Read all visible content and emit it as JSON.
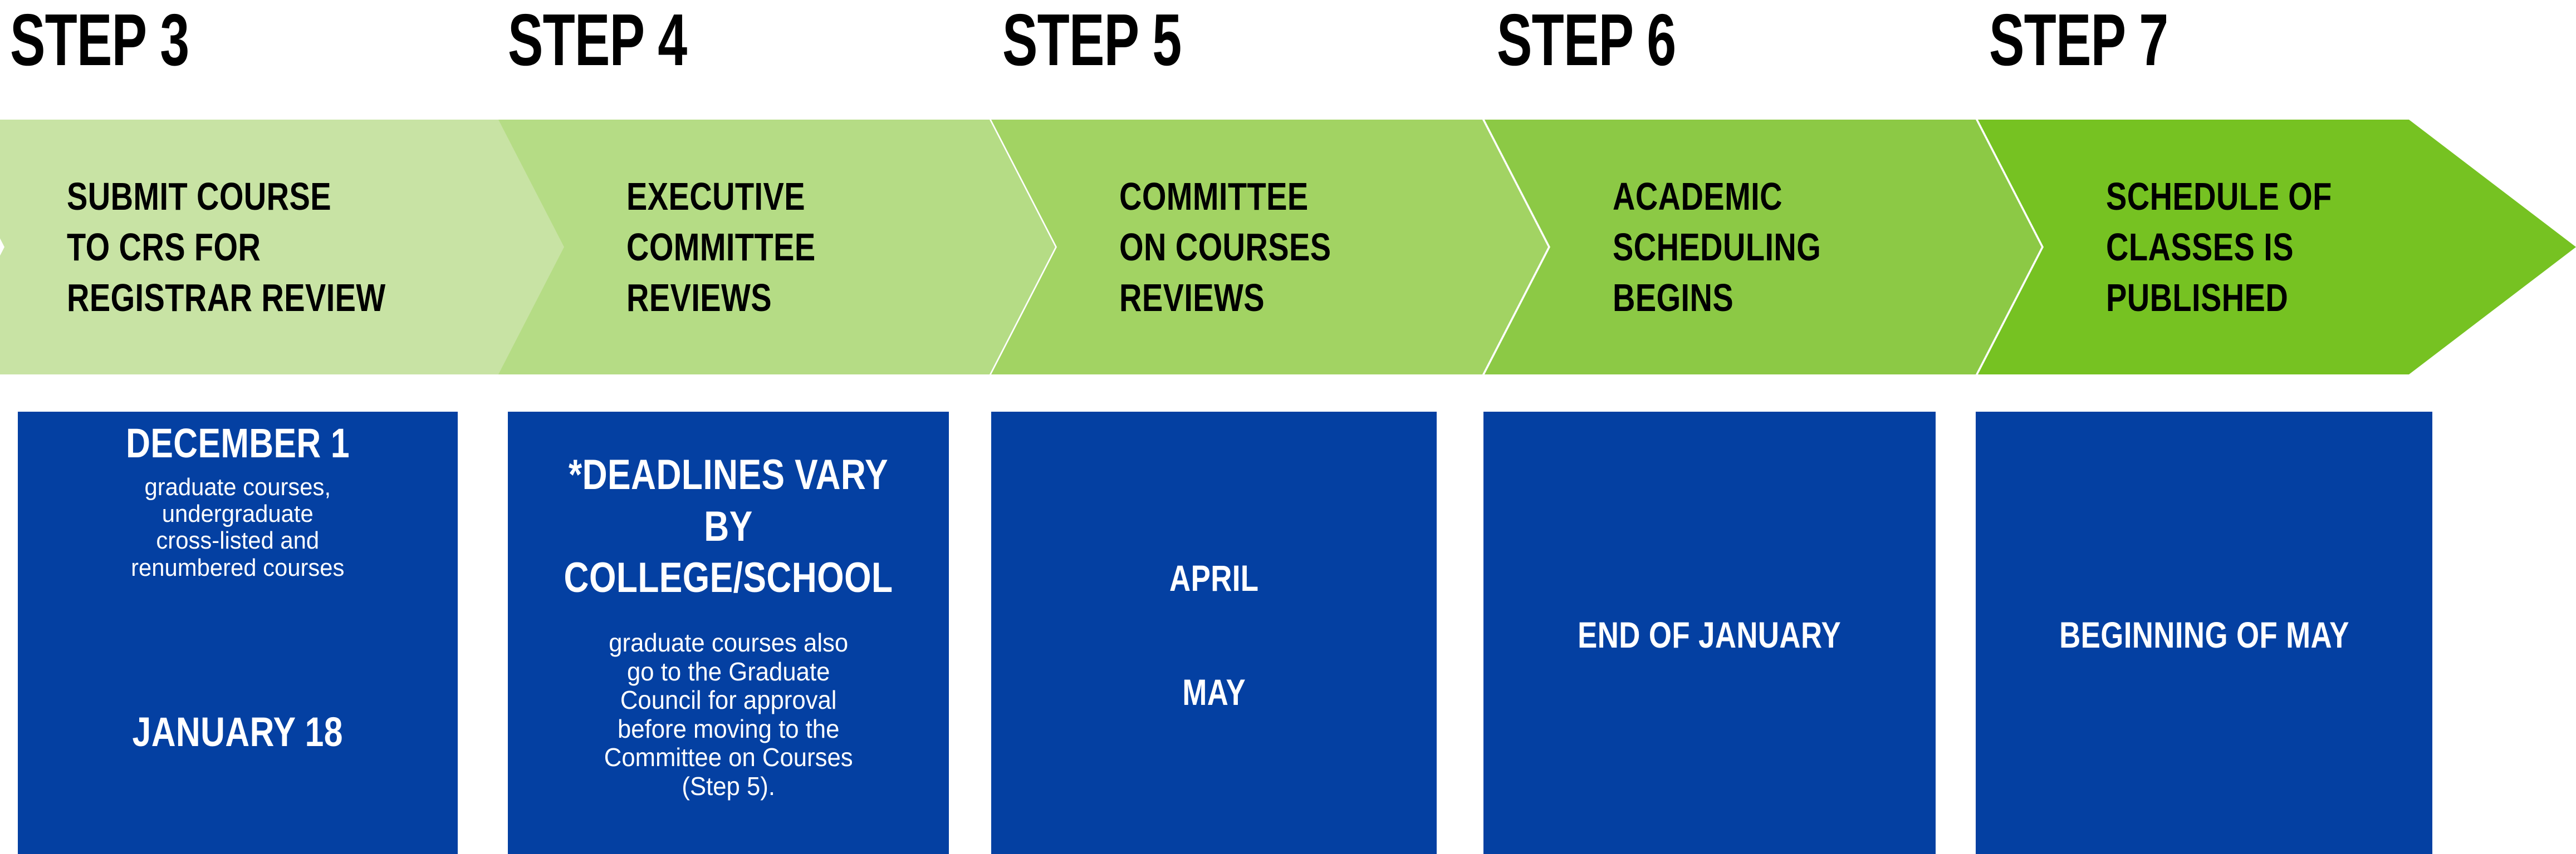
{
  "meta": {
    "title": "Course Approval Process Timeline — Steps 3 through 7",
    "background_color": "#FFFFFF",
    "blue_color": "#0440A2",
    "text_on_blue": "#FFFFFF",
    "chevron_text_color": "#000000"
  },
  "steps": [
    {
      "label": "STEP 3",
      "chevron": {
        "text": "SUBMIT COURSE\nTO CRS FOR\nREGISTRAR REVIEW",
        "color": "#C8E3A4"
      },
      "card": {
        "heading": "DECEMBER 1",
        "subtext": "graduate courses,\nundergraduate\ncross-listed and\nrenumbered courses",
        "footer": "JANUARY 18"
      }
    },
    {
      "label": "STEP 4",
      "chevron": {
        "text": "EXECUTIVE\nCOMMITTEE\nREVIEWS",
        "color": "#B5DC85"
      },
      "card": {
        "heading": "*DEADLINES VARY BY\nCOLLEGE/SCHOOL",
        "subtext": "graduate courses also\ngo to the Graduate\nCouncil for approval\nbefore moving to the\nCommittee on Courses\n(Step 5).",
        "footer": ""
      }
    },
    {
      "label": "STEP 5",
      "chevron": {
        "text": "COMMITTEE\nON COURSES\nREVIEWS",
        "color": "#A2D363"
      },
      "card": {
        "heading": "",
        "subtext": "",
        "footer": "",
        "single": "APRIL\n\nMAY"
      }
    },
    {
      "label": "STEP 6",
      "chevron": {
        "text": "ACADEMIC\nSCHEDULING\nBEGINS",
        "color": "#8CC945"
      },
      "card": {
        "heading": "",
        "subtext": "",
        "footer": "",
        "single": "END OF JANUARY"
      }
    },
    {
      "label": "STEP 7",
      "chevron": {
        "text": "SCHEDULE OF\nCLASSES IS\nPUBLISHED",
        "color": "#76C222"
      },
      "card": {
        "heading": "",
        "subtext": "",
        "footer": "",
        "single": "BEGINNING OF MAY"
      }
    }
  ]
}
